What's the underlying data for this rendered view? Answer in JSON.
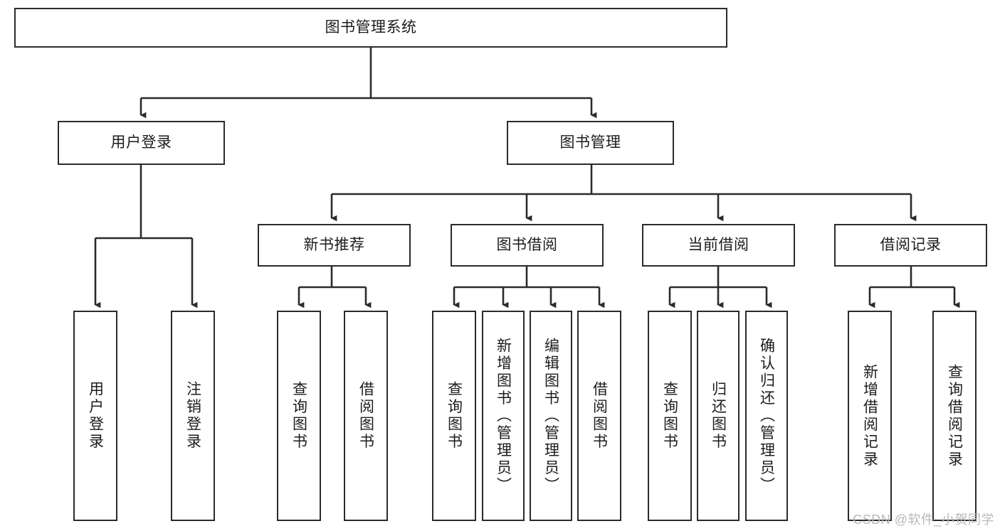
{
  "diagram": {
    "type": "tree",
    "title": "图书管理系统",
    "watermark": "CSDN @软件_小贺同学",
    "colors": {
      "stroke": "#2b2b2b",
      "background": "#ffffff",
      "text": "#1c1c1c",
      "watermark": "#b9b9b9"
    },
    "nodes": {
      "root": {
        "label": "图书管理系统"
      },
      "level2": [
        {
          "id": "user-login",
          "label": "用户登录"
        },
        {
          "id": "book-manage",
          "label": "图书管理"
        }
      ],
      "level3": [
        {
          "id": "new-book-rec",
          "label": "新书推荐"
        },
        {
          "id": "book-borrow",
          "label": "图书借阅"
        },
        {
          "id": "current-borrow",
          "label": "当前借阅"
        },
        {
          "id": "borrow-record",
          "label": "借阅记录"
        }
      ],
      "leaves": [
        {
          "id": "leaf-user-login",
          "label": "用户登录",
          "parent": "user-login"
        },
        {
          "id": "leaf-user-logout",
          "label": "注销登录",
          "parent": "user-login"
        },
        {
          "id": "leaf-query-book-1",
          "label": "查询图书",
          "parent": "new-book-rec"
        },
        {
          "id": "leaf-borrow-book-1",
          "label": "借阅图书",
          "parent": "new-book-rec"
        },
        {
          "id": "leaf-query-book-2",
          "label": "查询图书",
          "parent": "book-borrow"
        },
        {
          "id": "leaf-add-book",
          "label": "新增图书（管理员）",
          "parent": "book-borrow"
        },
        {
          "id": "leaf-edit-book",
          "label": "编辑图书（管理员）",
          "parent": "book-borrow"
        },
        {
          "id": "leaf-borrow-book-2",
          "label": "借阅图书",
          "parent": "book-borrow"
        },
        {
          "id": "leaf-query-book-3",
          "label": "查询图书",
          "parent": "current-borrow"
        },
        {
          "id": "leaf-return-book",
          "label": "归还图书",
          "parent": "current-borrow"
        },
        {
          "id": "leaf-confirm-return",
          "label": "确认归还（管理员）",
          "parent": "current-borrow"
        },
        {
          "id": "leaf-add-record",
          "label": "新增借阅记录",
          "parent": "borrow-record"
        },
        {
          "id": "leaf-query-record",
          "label": "查询借阅记录",
          "parent": "borrow-record"
        }
      ]
    }
  }
}
